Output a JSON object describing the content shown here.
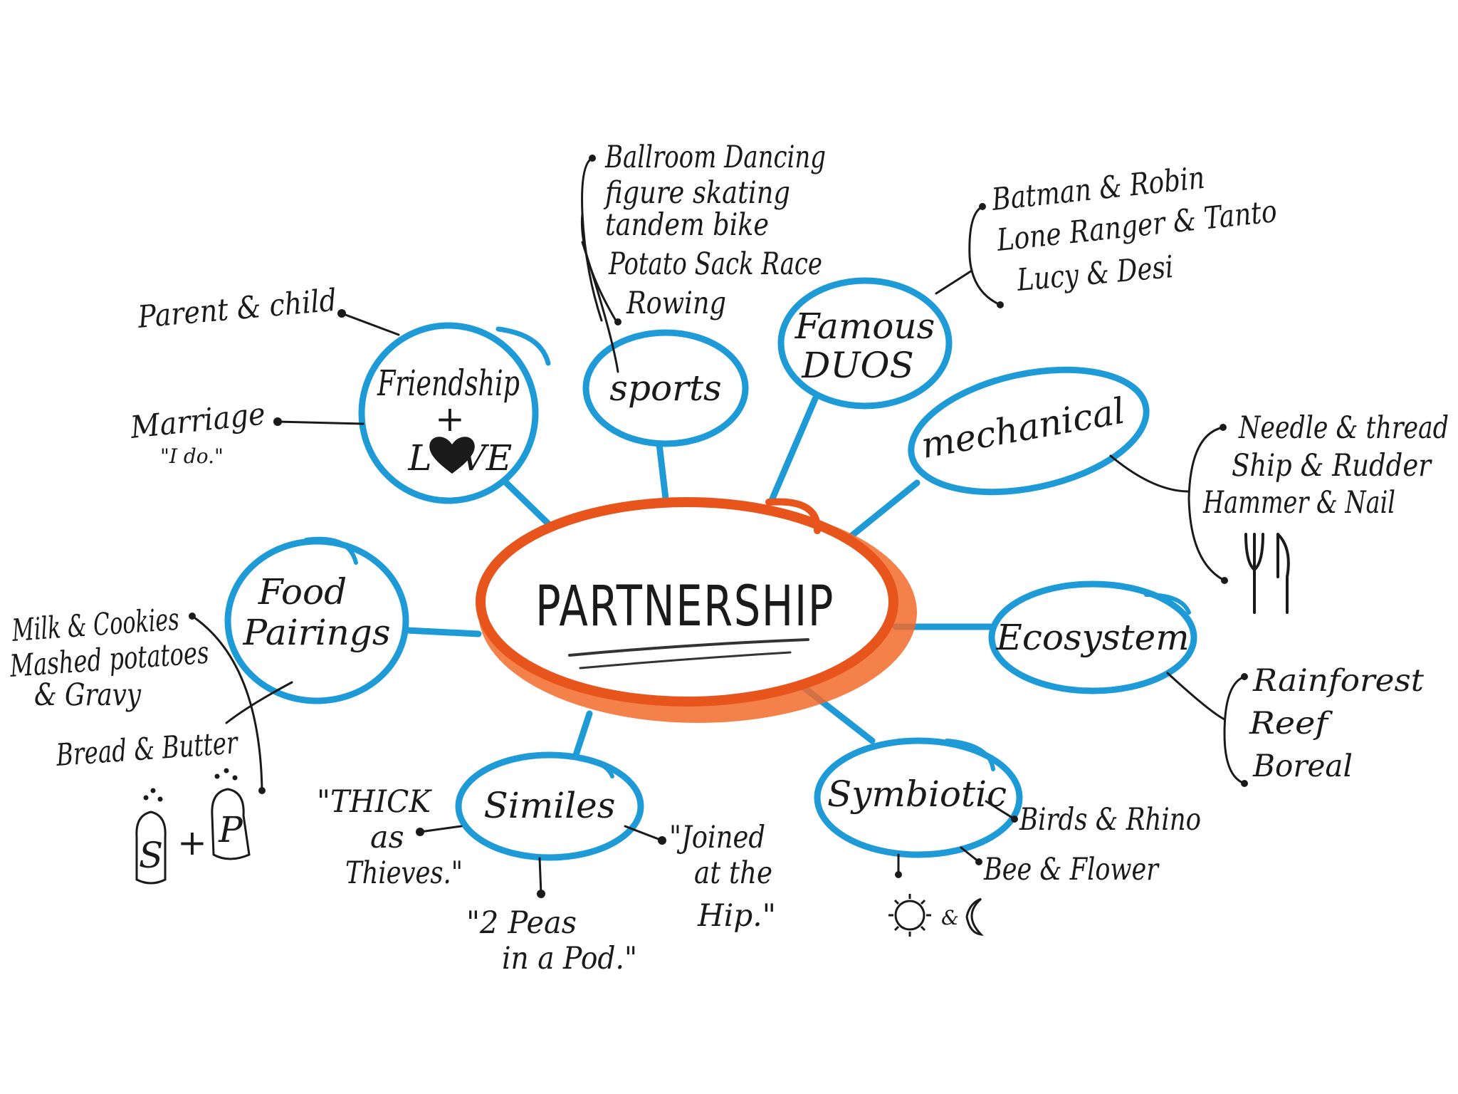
{
  "colors": {
    "hub_stroke": "#e8551c",
    "hub_fill": "#ffffff",
    "node_stroke": "#1e9bd7",
    "ink": "#1a1a1a"
  },
  "hub": {
    "label": "PARTNERSHIP"
  },
  "nodes": {
    "friendship": {
      "line1": "Friendship",
      "line2": "+",
      "line3_a": "L",
      "line3_b": "VE",
      "heart_icon": "heart-icon"
    },
    "sports": {
      "label": "sports"
    },
    "famous_duos": {
      "line1": "Famous",
      "line2": "DUOS"
    },
    "mechanical": {
      "label": "mechanical"
    },
    "ecosystem": {
      "label": "Ecosystem"
    },
    "symbiotic": {
      "label": "Symbiotic"
    },
    "similes": {
      "label": "Similes"
    },
    "food_pairings": {
      "line1": "Food",
      "line2": "Pairings"
    }
  },
  "leaves": {
    "friendship": {
      "parent_child": "Parent & child",
      "marriage": "Marriage",
      "marriage_sub": "\"I do.\""
    },
    "sports": [
      "Ballroom Dancing",
      "figure skating",
      "tandem bike",
      "Potato Sack Race",
      "Rowing"
    ],
    "famous_duos": [
      "Batman & Robin",
      "Lone Ranger & Tanto",
      "Lucy & Desi"
    ],
    "mechanical": [
      "Needle & thread",
      "Ship & Rudder",
      "Hammer & Nail"
    ],
    "mechanical_icon": "fork-knife-icon",
    "ecosystem": [
      "Rainforest",
      "Reef",
      "Boreal"
    ],
    "symbiotic": {
      "birds": "Birds & Rhino",
      "bee": "Bee & Flower",
      "sun_icon": "sun-icon",
      "amp": "&",
      "moon_icon": "moon-icon"
    },
    "similes": {
      "thick_1": "\"THICK",
      "thick_2": "as",
      "thick_3": "Thieves.\"",
      "peas_1": "\"2 Peas",
      "peas_2": "in a Pod.\"",
      "joined_1": "\"Joined",
      "joined_2": "at the",
      "joined_3": "Hip.\""
    },
    "food_pairings": {
      "milk": "Milk & Cookies",
      "mashed": "Mashed potatoes",
      "gravy": "& Gravy",
      "bread": "Bread & Butter",
      "plus": "+",
      "salt": "S",
      "pepper": "P"
    }
  }
}
